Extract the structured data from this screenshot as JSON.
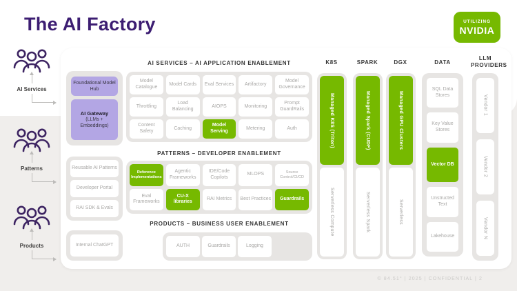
{
  "page": {
    "title": "The AI Factory",
    "footer": "© 84.51°  |  2025  |  CONFIDENTIAL  |  2"
  },
  "badge": {
    "small": "UTILIZING",
    "brand": "NVIDIA"
  },
  "colors": {
    "green": "#76b900",
    "purple_light": "#b3a6e4",
    "purple_dark": "#3c1d72",
    "panel_gray": "#e7e5e3"
  },
  "sidebar": {
    "groups": [
      {
        "label": "AI Services"
      },
      {
        "label": "Patterns"
      },
      {
        "label": "Products"
      }
    ]
  },
  "sections": {
    "ai_services": {
      "header": "AI SERVICES – AI APPLICATION ENABLEMENT",
      "gateway": {
        "hub_label": "Foundational Model Hub",
        "gateway_title": "AI Gateway",
        "gateway_subtitle": "(LLMs + Embeddings)"
      },
      "grid": [
        {
          "label": "Model Catalogue"
        },
        {
          "label": "Model Cards"
        },
        {
          "label": "Eval Services"
        },
        {
          "label": "Artifactory"
        },
        {
          "label": "Model Governance"
        },
        {
          "label": "Throttling"
        },
        {
          "label": "Load Balancing"
        },
        {
          "label": "AIOPS"
        },
        {
          "label": "Monitoring"
        },
        {
          "label": "Prompt GuardRails"
        },
        {
          "label": "Content Safety"
        },
        {
          "label": "Caching"
        },
        {
          "label": "Model Serving",
          "highlight": true
        },
        {
          "label": "Metering"
        },
        {
          "label": "Auth"
        }
      ]
    },
    "patterns": {
      "header": "PATTERNS – DEVELOPER ENABLEMENT",
      "left": [
        {
          "label": "Reusable AI Patterns"
        },
        {
          "label": "Developer Portal"
        },
        {
          "label": "RAI SDK & Evals"
        }
      ],
      "grid": [
        {
          "label": "Reference Implementations",
          "highlight": true
        },
        {
          "label": "Agentic Frameworks"
        },
        {
          "label": "IDE/Code Copilots"
        },
        {
          "label": "MLOPS"
        },
        {
          "label": "Source Control/CI/CD"
        },
        {
          "label": "Eval Frameworks"
        },
        {
          "label": "CU-X libraries",
          "highlight": true
        },
        {
          "label": "RAI Metrics"
        },
        {
          "label": "Best Practices"
        },
        {
          "label": "Guardrails",
          "highlight": true
        }
      ]
    },
    "products": {
      "header": "PRODUCTS – BUSINESS USER ENABLEMENT",
      "left": [
        {
          "label": "Internal ChatGPT"
        }
      ],
      "grid": [
        {
          "label": "AUTH"
        },
        {
          "label": "Guardrails"
        },
        {
          "label": "Logging"
        }
      ]
    }
  },
  "infra_columns": [
    {
      "header": "K8S",
      "managed": "Managed K8S (Triton)",
      "serverless": "Serverless Compute"
    },
    {
      "header": "SPARK",
      "managed": "Managed Spark (CUDF)",
      "serverless": "Serverless Spark"
    },
    {
      "header": "DGX",
      "managed": "Managed GPU Clusters",
      "serverless": "Serverless"
    }
  ],
  "data_column": {
    "header": "DATA",
    "items": [
      {
        "label": "SQL Data Stores"
      },
      {
        "label": "Key Value Stores"
      },
      {
        "label": "Vector DB",
        "highlight": true
      },
      {
        "label": "Unstructed Text"
      },
      {
        "label": "Lakehouse"
      }
    ]
  },
  "llm_column": {
    "header": "LLM PROVIDERS",
    "items": [
      {
        "label": "Vendor 1"
      },
      {
        "label": "Vendor 2"
      },
      {
        "label": "Vendor N"
      }
    ]
  }
}
